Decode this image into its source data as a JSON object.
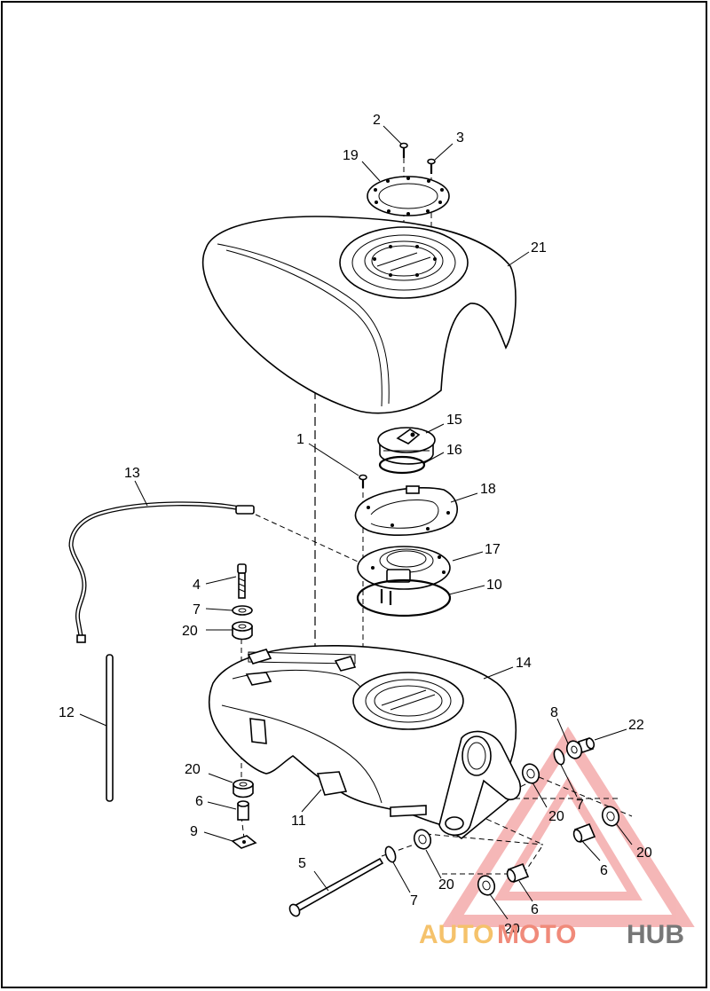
{
  "callouts": [
    {
      "id": "c2",
      "label": "2"
    },
    {
      "id": "c3",
      "label": "3"
    },
    {
      "id": "c19",
      "label": "19"
    },
    {
      "id": "c21",
      "label": "21"
    },
    {
      "id": "c15",
      "label": "15"
    },
    {
      "id": "c16",
      "label": "16"
    },
    {
      "id": "c1",
      "label": "1"
    },
    {
      "id": "c13",
      "label": "13"
    },
    {
      "id": "c18",
      "label": "18"
    },
    {
      "id": "c17",
      "label": "17"
    },
    {
      "id": "c10",
      "label": "10"
    },
    {
      "id": "c4",
      "label": "4"
    },
    {
      "id": "c7a",
      "label": "7"
    },
    {
      "id": "c20a",
      "label": "20"
    },
    {
      "id": "c14",
      "label": "14"
    },
    {
      "id": "c12",
      "label": "12"
    },
    {
      "id": "c8",
      "label": "8"
    },
    {
      "id": "c22",
      "label": "22"
    },
    {
      "id": "c20b",
      "label": "20"
    },
    {
      "id": "c7b",
      "label": "7"
    },
    {
      "id": "c20c",
      "label": "20"
    },
    {
      "id": "c6a",
      "label": "6"
    },
    {
      "id": "c9",
      "label": "9"
    },
    {
      "id": "c11",
      "label": "11"
    },
    {
      "id": "c20d",
      "label": "20"
    },
    {
      "id": "c20e",
      "label": "20"
    },
    {
      "id": "c6b",
      "label": "6"
    },
    {
      "id": "c5",
      "label": "5"
    },
    {
      "id": "c7c",
      "label": "7"
    },
    {
      "id": "c6c",
      "label": "6"
    },
    {
      "id": "c20f",
      "label": "20"
    }
  ],
  "watermark": {
    "part1": "AUTO",
    "part2": "MOTO",
    "part3": "HUB",
    "color1": "#f5c26b",
    "color2": "#f08a7a",
    "color3": "#777777",
    "triangle_color": "#f2a0a0"
  }
}
